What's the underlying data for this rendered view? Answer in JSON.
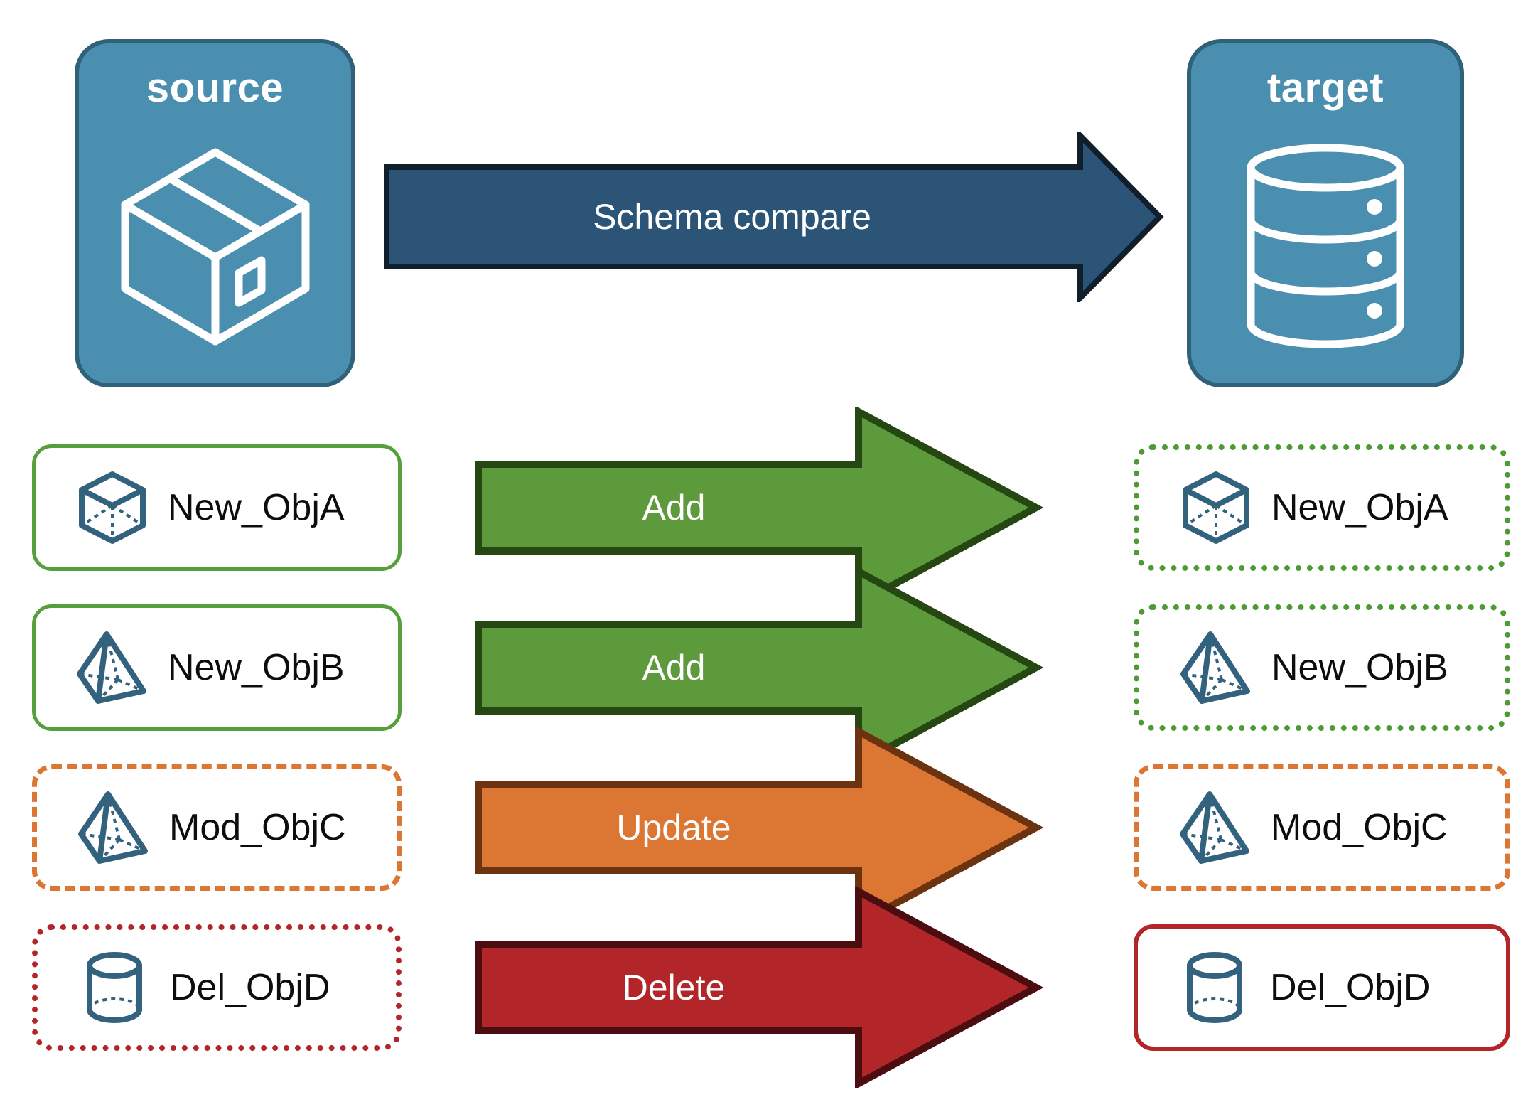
{
  "diagram": {
    "title": "Schema compare",
    "endpoints": [
      {
        "id": "source",
        "label": "source",
        "icon": "package-box-icon",
        "fill": "#4A8FB0",
        "border": "#2F6179"
      },
      {
        "id": "target",
        "label": "target",
        "icon": "database-cylinder-icon",
        "fill": "#4A8FB0",
        "border": "#2F6179"
      }
    ],
    "main_arrow": {
      "label": "Schema compare",
      "fill": "#2B5477",
      "stroke": "#111E2B",
      "text_color": "#FFFFFF"
    },
    "rows": [
      {
        "operation": "Add",
        "arrow_fill": "#5C9A3B",
        "arrow_stroke": "#254711",
        "source": {
          "name": "New_ObjA",
          "icon": "wireframe-cube-icon",
          "border_style": "solid",
          "border_color": "#55A03A"
        },
        "target": {
          "name": "New_ObjA",
          "icon": "wireframe-cube-icon",
          "border_style": "dotted",
          "border_color": "#4E9A35"
        }
      },
      {
        "operation": "Add",
        "arrow_fill": "#5C9A3B",
        "arrow_stroke": "#254711",
        "source": {
          "name": "New_ObjB",
          "icon": "wireframe-pyramid-icon",
          "border_style": "solid",
          "border_color": "#55A03A"
        },
        "target": {
          "name": "New_ObjB",
          "icon": "wireframe-pyramid-icon",
          "border_style": "dotted",
          "border_color": "#4E9A35"
        }
      },
      {
        "operation": "Update",
        "arrow_fill": "#DC7633",
        "arrow_stroke": "#6B3310",
        "source": {
          "name": "Mod_ObjC",
          "icon": "wireframe-pyramid-icon",
          "border_style": "dashed",
          "border_color": "#DC7633"
        },
        "target": {
          "name": "Mod_ObjC",
          "icon": "wireframe-pyramid-icon",
          "border_style": "dashed",
          "border_color": "#DC7633"
        }
      },
      {
        "operation": "Delete",
        "arrow_fill": "#B2262A",
        "arrow_stroke": "#4C0D10",
        "source": {
          "name": "Del_ObjD",
          "icon": "wireframe-cylinder-icon",
          "border_style": "dotted",
          "border_color": "#B2262A"
        },
        "target": {
          "name": "Del_ObjD",
          "icon": "wireframe-cylinder-icon",
          "border_style": "solid",
          "border_color": "#B2262A"
        }
      }
    ]
  }
}
